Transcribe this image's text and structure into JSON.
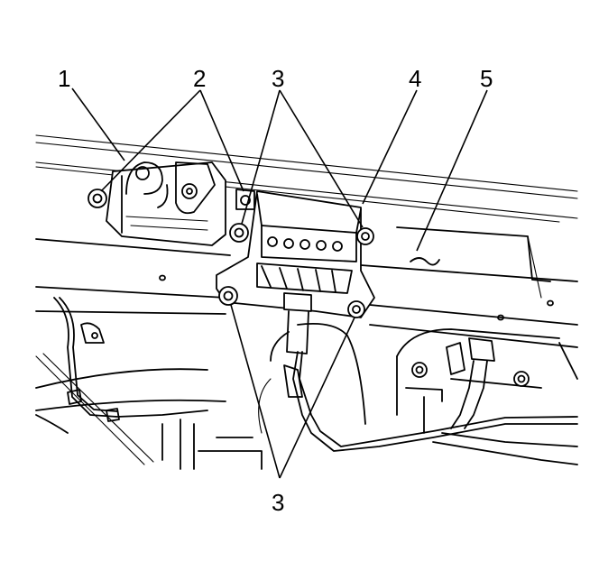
{
  "callouts": {
    "c1": "1",
    "c2": "2",
    "c3a": "3",
    "c4": "4",
    "c5": "5",
    "c3b": "3"
  }
}
